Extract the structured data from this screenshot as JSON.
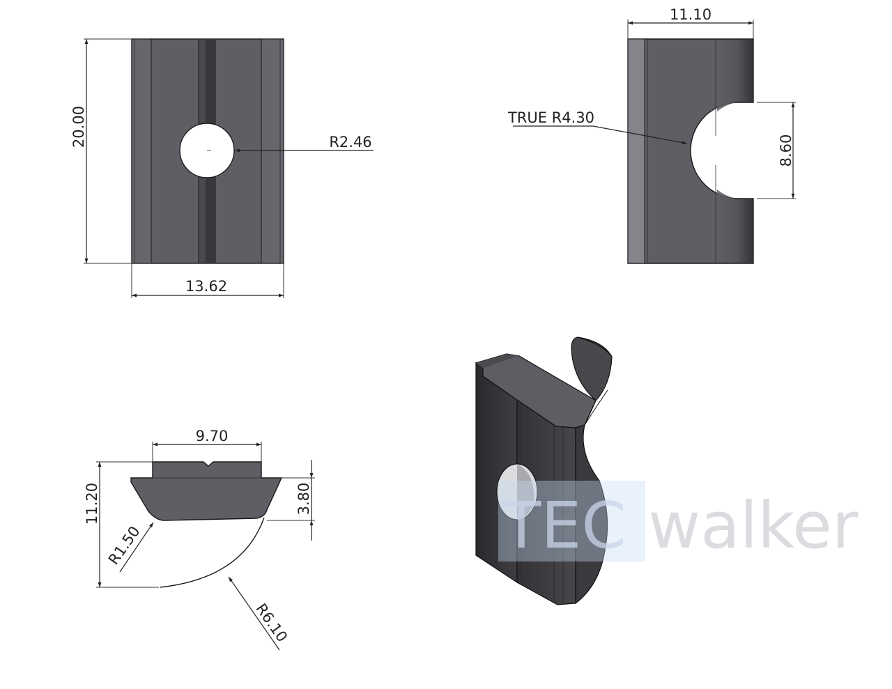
{
  "views": {
    "front": {
      "dim_height": "20.00",
      "dim_width": "13.62",
      "dim_hole_radius": "R2.46"
    },
    "side": {
      "dim_width": "11.10",
      "dim_true_radius": "TRUE R4.30",
      "dim_slot": "8.60"
    },
    "end": {
      "dim_top_width": "9.70",
      "dim_height": "11.20",
      "dim_lip": "3.80",
      "dim_corner_radius": "R1.50",
      "dim_spring_radius": "R6.10"
    }
  },
  "watermark": {
    "brand_part1": "TEC",
    "brand_part2": "walker"
  },
  "colors": {
    "face": "#5f5e64",
    "face_dark": "#3c3b40",
    "face_light": "#85838a",
    "line": "#222222",
    "watermark_blue": "#c5d9f1"
  }
}
